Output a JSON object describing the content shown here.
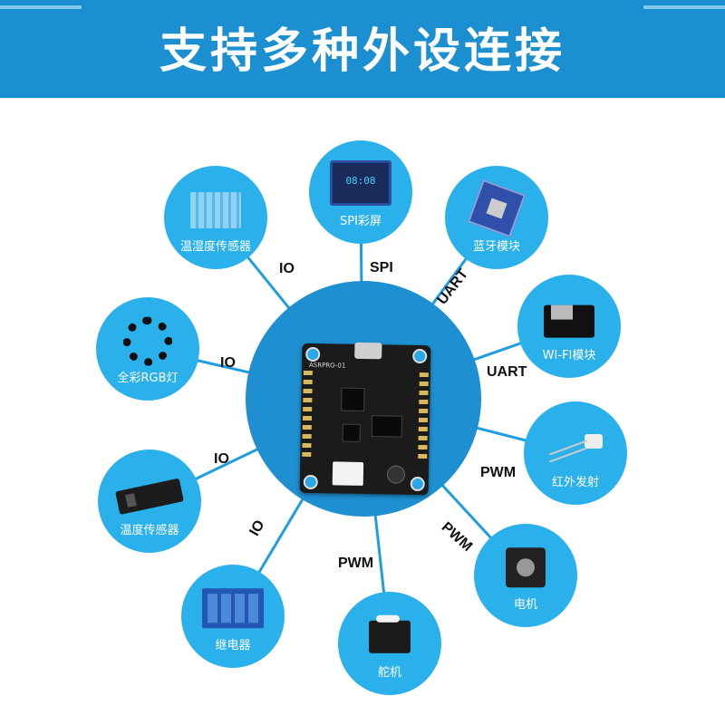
{
  "header": {
    "title": "支持多种外设连接"
  },
  "board": {
    "label": "ASRPRO-01"
  },
  "peripherals": [
    {
      "name": "SPI彩屏",
      "interface": "SPI",
      "icon": "oled-screen-icon"
    },
    {
      "name": "蓝牙模块",
      "interface": "UART",
      "icon": "bluetooth-module-icon"
    },
    {
      "name": "WI-FI模块",
      "interface": "UART",
      "icon": "wifi-module-icon"
    },
    {
      "name": "红外发射",
      "interface": "PWM",
      "icon": "infrared-led-icon"
    },
    {
      "name": "电机",
      "interface": "PWM",
      "icon": "stepper-motor-icon"
    },
    {
      "name": "舵机",
      "interface": "PWM",
      "icon": "servo-icon"
    },
    {
      "name": "继电器",
      "interface": "IO",
      "icon": "relay-icon"
    },
    {
      "name": "温度传感器",
      "interface": "IO",
      "icon": "temperature-sensor-icon"
    },
    {
      "name": "全彩RGB灯",
      "interface": "IO",
      "icon": "rgb-ring-icon"
    },
    {
      "name": "温湿度传感器",
      "interface": "IO",
      "icon": "humidity-sensor-icon"
    }
  ],
  "colors": {
    "header": "#1b8fcf",
    "hub": "#1e8fd0",
    "node": "#2ab0ea",
    "line": "#1e9ee0"
  }
}
